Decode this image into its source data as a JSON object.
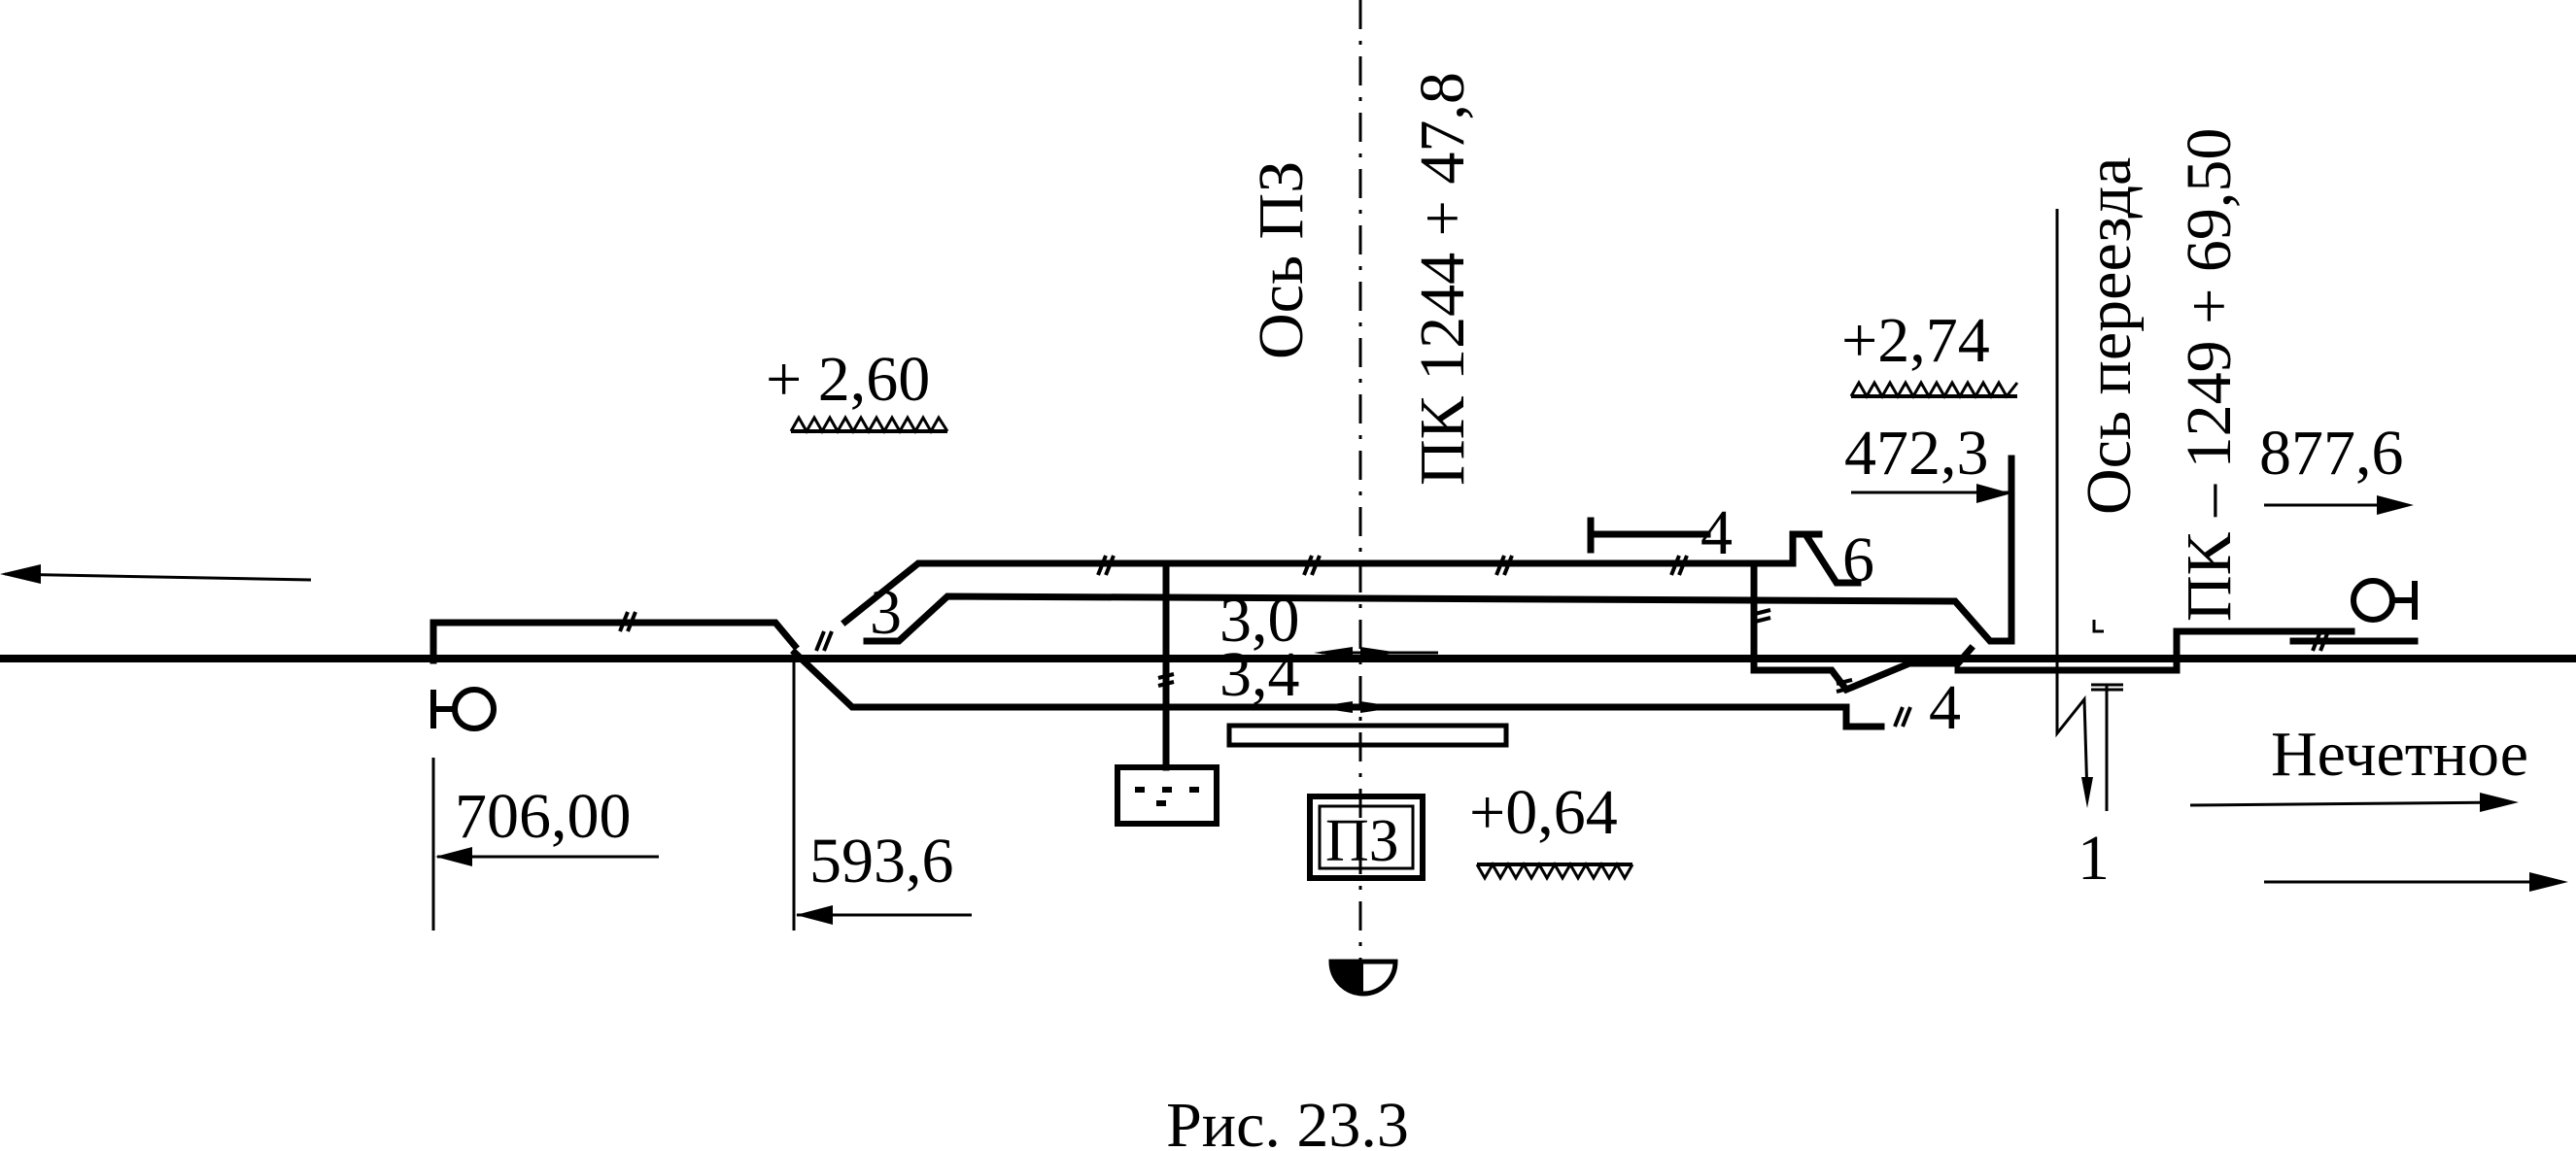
{
  "caption": "Рис. 23.3",
  "axes": {
    "pz_axis": "Ось ПЗ",
    "pz_picket": "ПК 1244 + 47,8",
    "crossing_axis": "Ось переезда",
    "crossing_picket": "ПК – 1249 + 69,50"
  },
  "elevations": {
    "left": "+ 2,60",
    "right": "+2,74",
    "platform": "+0,64"
  },
  "distances": {
    "d706": "706,00",
    "d593": "593,6",
    "d472": "472,3",
    "d877": "877,6"
  },
  "track_numbers": {
    "t3": "3",
    "t4_top": "4",
    "t6": "6",
    "t4_bottom": "4",
    "t1": "1"
  },
  "dimensions": {
    "upper": "3,0",
    "lower": "3,4"
  },
  "building_label": "ПЗ",
  "direction_label": "Нечетное"
}
